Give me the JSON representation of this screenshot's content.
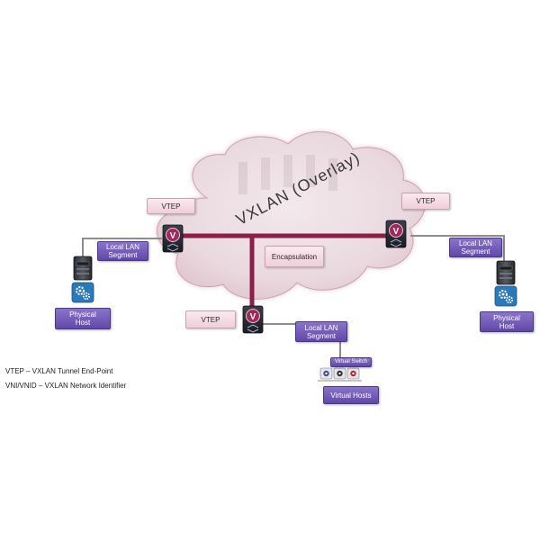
{
  "cloud": {
    "title": "VXLAN (Overlay)"
  },
  "labels": {
    "vtep_left": "VTEP",
    "vtep_right": "VTEP",
    "vtep_bottom": "VTEP",
    "encapsulation": "Encapsulation",
    "segment_left": "Local LAN\nSegment",
    "segment_right": "Local LAN\nSegment",
    "segment_bottom": "Local LAN\nSegment",
    "physical_host_left": "Physical\nHost",
    "physical_host_right": "Physical\nHost",
    "virtual_switch": "Virtual Switch",
    "virtual_hosts": "Virtual Hosts"
  },
  "icons": {
    "vtep_device": "vtep-switch-icon",
    "vtep_glyph": "V",
    "server": "server-icon",
    "host_gear": "gear-icon",
    "vm": "virtual-machine-icon"
  },
  "legend": [
    "VTEP – VXLAN Tunnel End-Point",
    "VNI/VNID – VXLAN Network Identifier"
  ],
  "colors": {
    "tunnel": "#8a1f47",
    "cloud_fill": "#ecdde2",
    "cloud_edge": "#c9a3b1",
    "blue_box": "#6a50b0",
    "pink_box": "#f3dbe3",
    "vtep_badge": "#a3275a",
    "gear_blue": "#2a79b8"
  }
}
